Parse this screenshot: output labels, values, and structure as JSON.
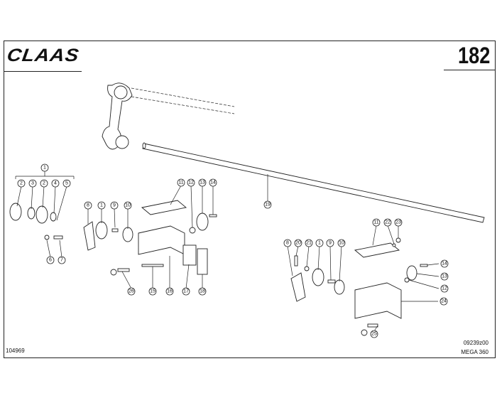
{
  "header": {
    "logo": "CLAAS",
    "page_number": "182"
  },
  "footer": {
    "drawing_number": "104969",
    "reference_code": "09239z00",
    "model": "MEGA 360"
  },
  "callouts": {
    "left_group": [
      "1",
      "2",
      "3",
      "2",
      "4",
      "5",
      "6",
      "7"
    ],
    "middle_group": [
      "8",
      "1",
      "9",
      "10",
      "11",
      "12",
      "13",
      "14",
      "19",
      "26",
      "15",
      "16",
      "17",
      "18"
    ],
    "right_group": [
      "8",
      "20",
      "21",
      "1",
      "9",
      "10",
      "11",
      "22",
      "23",
      "14",
      "13",
      "12",
      "24",
      "25"
    ]
  }
}
